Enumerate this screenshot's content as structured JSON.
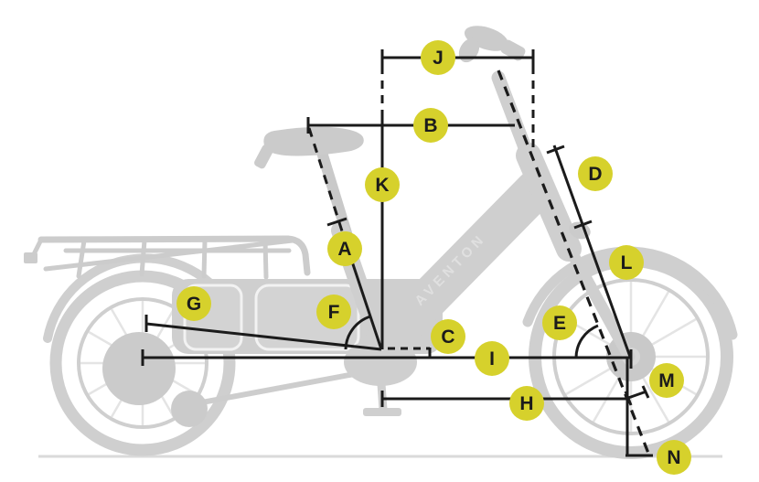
{
  "diagram": {
    "brand_text": "AVENTON",
    "marker_color": "#d6d12c",
    "marker_text_color": "#1b1b1b",
    "line_color": "#1b1b1b",
    "silhouette_color": "#cfcfcf",
    "ground_color": "#dadada",
    "markers": [
      {
        "letter": "A"
      },
      {
        "letter": "B"
      },
      {
        "letter": "C"
      },
      {
        "letter": "D"
      },
      {
        "letter": "E"
      },
      {
        "letter": "F"
      },
      {
        "letter": "G"
      },
      {
        "letter": "H"
      },
      {
        "letter": "I"
      },
      {
        "letter": "J"
      },
      {
        "letter": "K"
      },
      {
        "letter": "L"
      },
      {
        "letter": "M"
      },
      {
        "letter": "N"
      }
    ]
  }
}
